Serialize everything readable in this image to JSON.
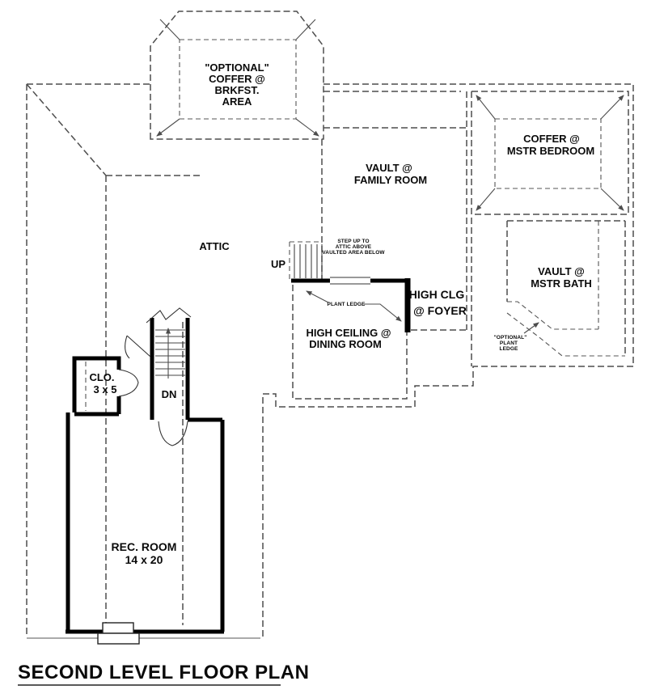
{
  "title": {
    "text": "SECOND LEVEL FLOOR PLAN"
  },
  "labels": {
    "brkfst": {
      "line1": "\"OPTIONAL\"",
      "line2": "COFFER @",
      "line3": "BRKFST.",
      "line4": "AREA"
    },
    "family_room": {
      "line1": "VAULT @",
      "line2": "FAMILY ROOM"
    },
    "mstr_bedroom": {
      "line1": "COFFER @",
      "line2": "MSTR BEDROOM"
    },
    "attic": {
      "label": "ATTIC"
    },
    "up": {
      "label": "UP"
    },
    "step_note": {
      "line1": "STEP UP TO",
      "line2": "ATTIC ABOVE",
      "line3": "VAULTED AREA BELOW"
    },
    "mstr_bath": {
      "line1": "VAULT @",
      "line2": "MSTR BATH"
    },
    "foyer": {
      "line1": "HIGH CLG",
      "line2": "@ FOYER"
    },
    "plant_ledge": {
      "label": "PLANT LEDGE"
    },
    "dining": {
      "line1": "HIGH CEILING @",
      "line2": "DINING ROOM"
    },
    "opt_plant_ledge": {
      "line1": "\"OPTIONAL\"",
      "line2": "PLANT",
      "line3": "LEDGE"
    },
    "closet": {
      "line1": "CLO.",
      "line2": "3 x 5"
    },
    "dn": {
      "label": "DN"
    },
    "rec_room": {
      "line1": "REC. ROOM",
      "line2": "14 x 20"
    }
  },
  "colors": {
    "background": "#ffffff",
    "dashed_line": "#4d4d4d",
    "wall": "#000000",
    "text": "#0a0a0a"
  }
}
